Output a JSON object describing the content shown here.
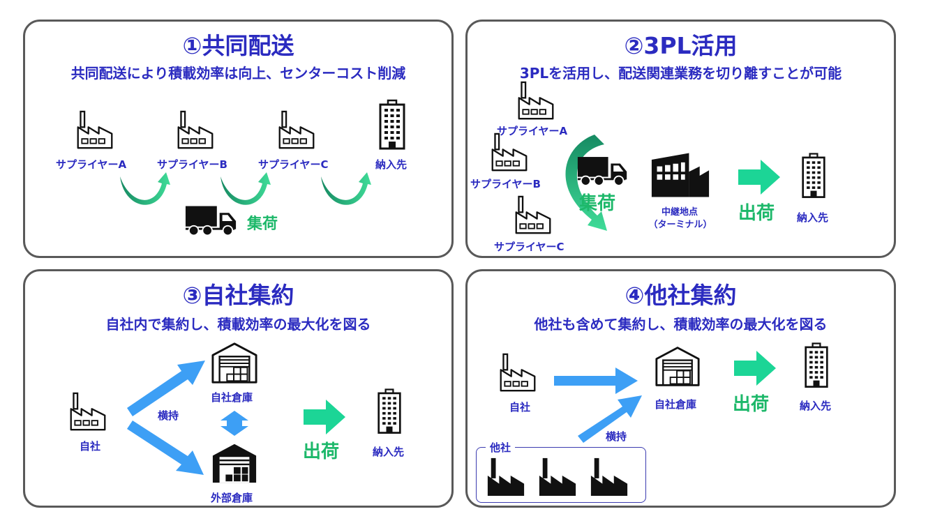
{
  "panels": [
    {
      "title": "①共同配送",
      "subtitle": "共同配送により積載効率は向上、センターコスト削減",
      "labels": {
        "supplier_a": "サプライヤーA",
        "supplier_b": "サプライヤーB",
        "supplier_c": "サプライヤーC",
        "destination": "納入先",
        "pickup": "集荷"
      }
    },
    {
      "title": "②3PL活用",
      "subtitle": "3PLを活用し、配送関連業務を切り離すことが可能",
      "labels": {
        "supplier_a": "サプライヤーA",
        "supplier_b": "サプライヤーB",
        "supplier_c": "サプライヤーC",
        "pickup": "集荷",
        "relay_point": "中継地点",
        "terminal": "（ターミナル）",
        "shipping": "出荷",
        "destination": "納入先"
      }
    },
    {
      "title": "③自社集約",
      "subtitle": "自社内で集約し、積載効率の最大化を図る",
      "labels": {
        "own_company": "自社",
        "transfer": "横持",
        "own_warehouse": "自社倉庫",
        "external_warehouse": "外部倉庫",
        "shipping": "出荷",
        "destination": "納入先"
      }
    },
    {
      "title": "④他社集約",
      "subtitle": "他社も含めて集約し、積載効率の最大化を図る",
      "labels": {
        "own_company": "自社",
        "own_warehouse": "自社倉庫",
        "shipping": "出荷",
        "destination": "納入先",
        "transfer": "横持",
        "other_companies": "他社"
      }
    }
  ],
  "colors": {
    "title_blue": "#2b2bc0",
    "green": "#1db86a",
    "arrow_blue": "#3d9ff5",
    "border": "#595959",
    "icon_black": "#111111"
  },
  "icons": [
    "factory-outline-icon",
    "factory-solid-icon",
    "building-icon",
    "truck-icon",
    "warehouse-outline-icon",
    "warehouse-solid-icon",
    "terminal-building-icon",
    "green-arrow-icon",
    "blue-arrow-icon",
    "curved-arrow-icon"
  ]
}
